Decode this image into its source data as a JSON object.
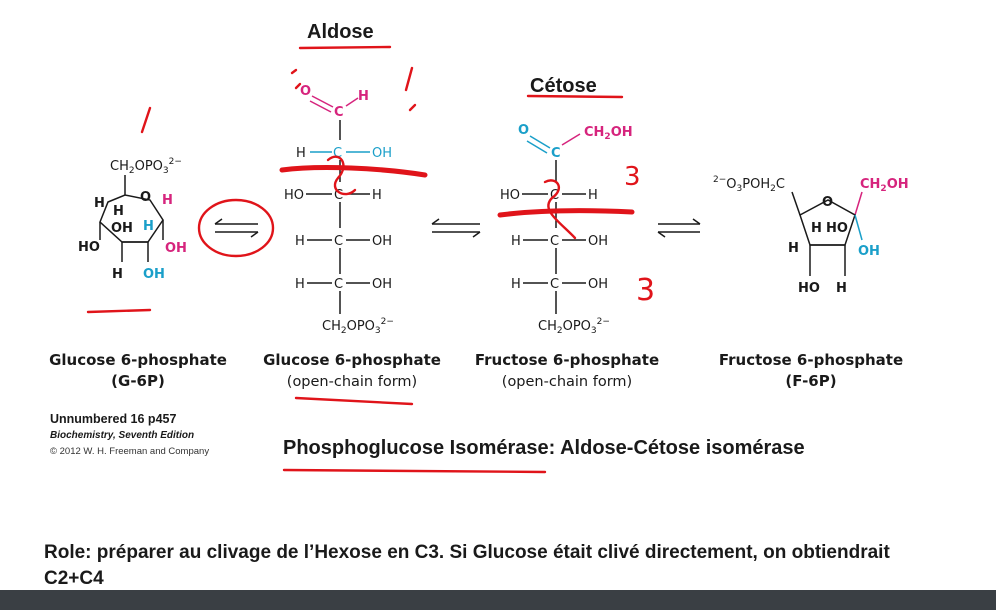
{
  "headings": {
    "aldose": "Aldose",
    "cetose": "Cétose"
  },
  "captions": {
    "g6p_title": "Glucose 6-phosphate",
    "g6p_sub": "(G-6P)",
    "g6p_open_title": "Glucose 6-phosphate",
    "g6p_open_sub": "(open-chain form)",
    "f6p_open_title": "Fructose 6-phosphate",
    "f6p_open_sub": "(open-chain form)",
    "f6p_title": "Fructose 6-phosphate",
    "f6p_sub": "(F-6P)"
  },
  "reference": {
    "line1": "Unnumbered 16 p457",
    "line2": "Biochemistry, Seventh Edition",
    "line3": "© 2012 W. H. Freeman and Company"
  },
  "enzyme": "Phosphoglucose Isomérase: Aldose-Cétose isomérase",
  "role": "Role: préparer au clivage de l’Hexose en C3. Si Glucose était clivé directement, on obtiendrait C2+C4",
  "annotations": {
    "three_a": "3",
    "three_b": "3"
  },
  "colors": {
    "ink": "#e0141a",
    "blue": "#1a9fc9",
    "magenta": "#d6247d",
    "bar": "#3a3f44"
  }
}
